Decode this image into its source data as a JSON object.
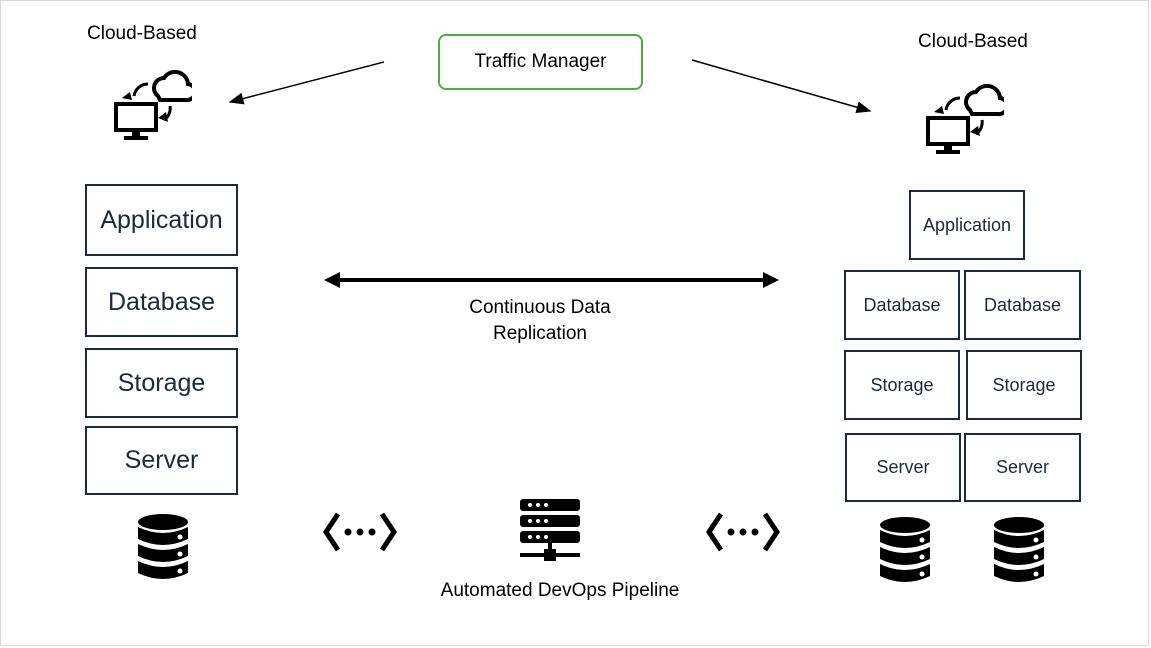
{
  "traffic_manager": "Traffic Manager",
  "left_site": {
    "title": "Cloud-Based",
    "layers": [
      "Application",
      "Database",
      "Storage",
      "Server"
    ]
  },
  "right_site": {
    "title": "Cloud-Based",
    "application": "Application",
    "database": [
      "Database",
      "Database"
    ],
    "storage": [
      "Storage",
      "Storage"
    ],
    "server": [
      "Server",
      "Server"
    ]
  },
  "replication": {
    "line1": "Continuous  Data",
    "line2": "Replication"
  },
  "pipeline": {
    "label": "Automated DevOps Pipeline"
  },
  "colors": {
    "box_border": "#1b2a3d",
    "traffic_manager_border": "#4caf3c"
  },
  "icons": [
    "cloud-computer-icon",
    "database-icon",
    "server-rack-icon",
    "network-connector-icon",
    "double-arrow-icon"
  ]
}
